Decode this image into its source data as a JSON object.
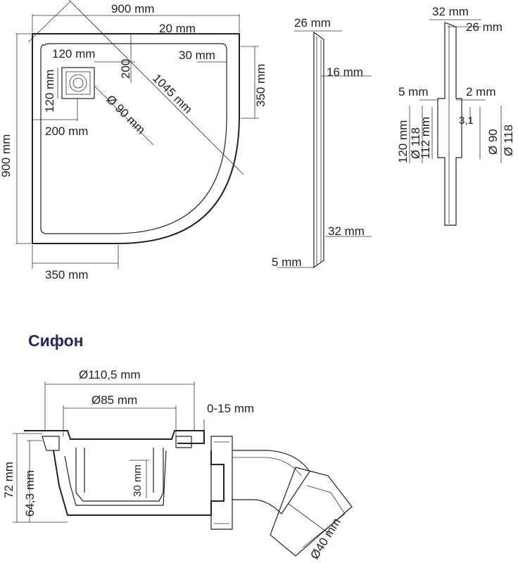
{
  "colors": {
    "line": "#222222",
    "title": "#1e2a5a",
    "background": "#ffffff"
  },
  "top_view": {
    "width": "900 mm",
    "height": "900 mm",
    "rim_inner": "20 mm",
    "rim_side": "30 mm",
    "straight_right": "350 mm",
    "straight_bottom": "350 mm",
    "diagonal": "1045 mm",
    "drain_diameter": "Ø 90 mm",
    "drain_box_w": "120 mm",
    "drain_box_h": "120 mm",
    "drain_offset_x": "200 mm",
    "drain_offset_y": "200"
  },
  "side_view": {
    "top": "26 mm",
    "mid": "16 mm",
    "bottom_right": "32 mm",
    "bottom_left": "5 mm"
  },
  "detail_view": {
    "top1": "32 mm",
    "top2": "26 mm",
    "left": "5 mm",
    "right": "2 mm",
    "height": "120 mm",
    "d118a": "Ø 118",
    "d112": "112 mm",
    "v31": "3,1",
    "d90": "Ø 90",
    "d118b": "Ø 118"
  },
  "siphon": {
    "title": "Сифон",
    "outer_d": "Ø110,5 mm",
    "inner_d": "Ø85 mm",
    "adjust": "0-15 mm",
    "h72": "72 mm",
    "h64": "64,3 mm",
    "depth": "30 mm",
    "outlet": "Ø40 mm"
  }
}
